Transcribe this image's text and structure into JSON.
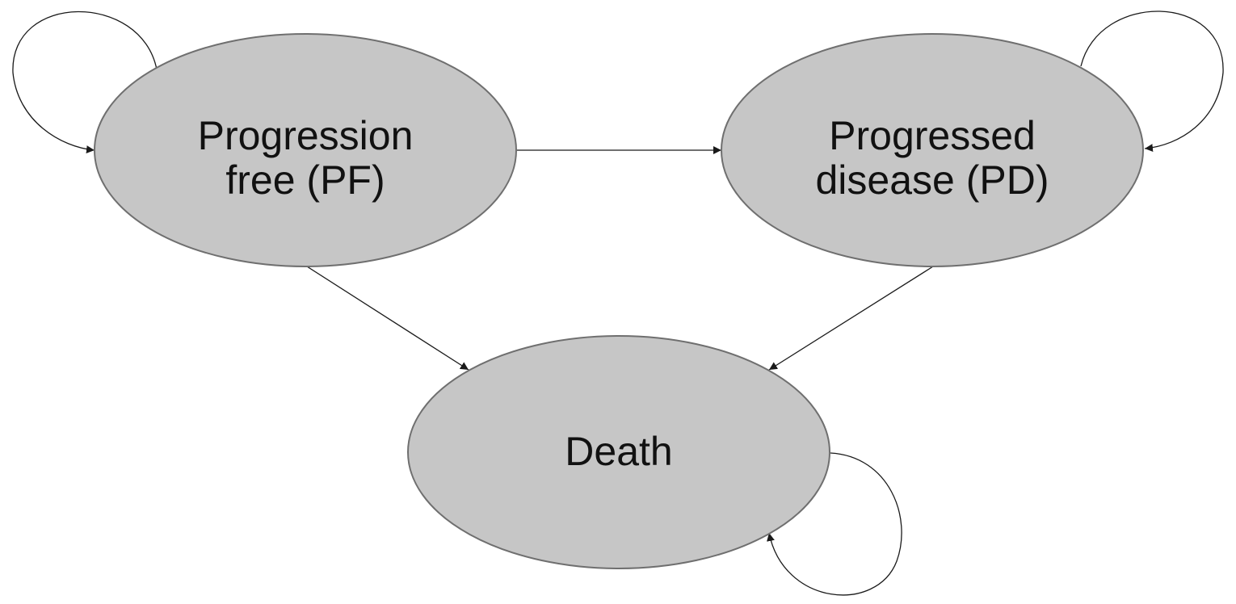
{
  "diagram": {
    "type": "state-transition",
    "colors": {
      "node_fill": "#c6c6c6",
      "node_stroke": "#6f6f6f",
      "edge": "#1a1a1a",
      "text": "#111111",
      "background": "#ffffff"
    },
    "nodes": {
      "pf": {
        "line1": "Progression",
        "line2": "free (PF)"
      },
      "pd": {
        "line1": "Progressed",
        "line2": "disease (PD)"
      },
      "death": {
        "label": "Death"
      }
    },
    "transitions": [
      {
        "from": "Progression free (PF)",
        "to": "Progression free (PF)"
      },
      {
        "from": "Progression free (PF)",
        "to": "Progressed disease (PD)"
      },
      {
        "from": "Progression free (PF)",
        "to": "Death"
      },
      {
        "from": "Progressed disease (PD)",
        "to": "Progressed disease (PD)"
      },
      {
        "from": "Progressed disease (PD)",
        "to": "Death"
      },
      {
        "from": "Death",
        "to": "Death"
      }
    ]
  }
}
